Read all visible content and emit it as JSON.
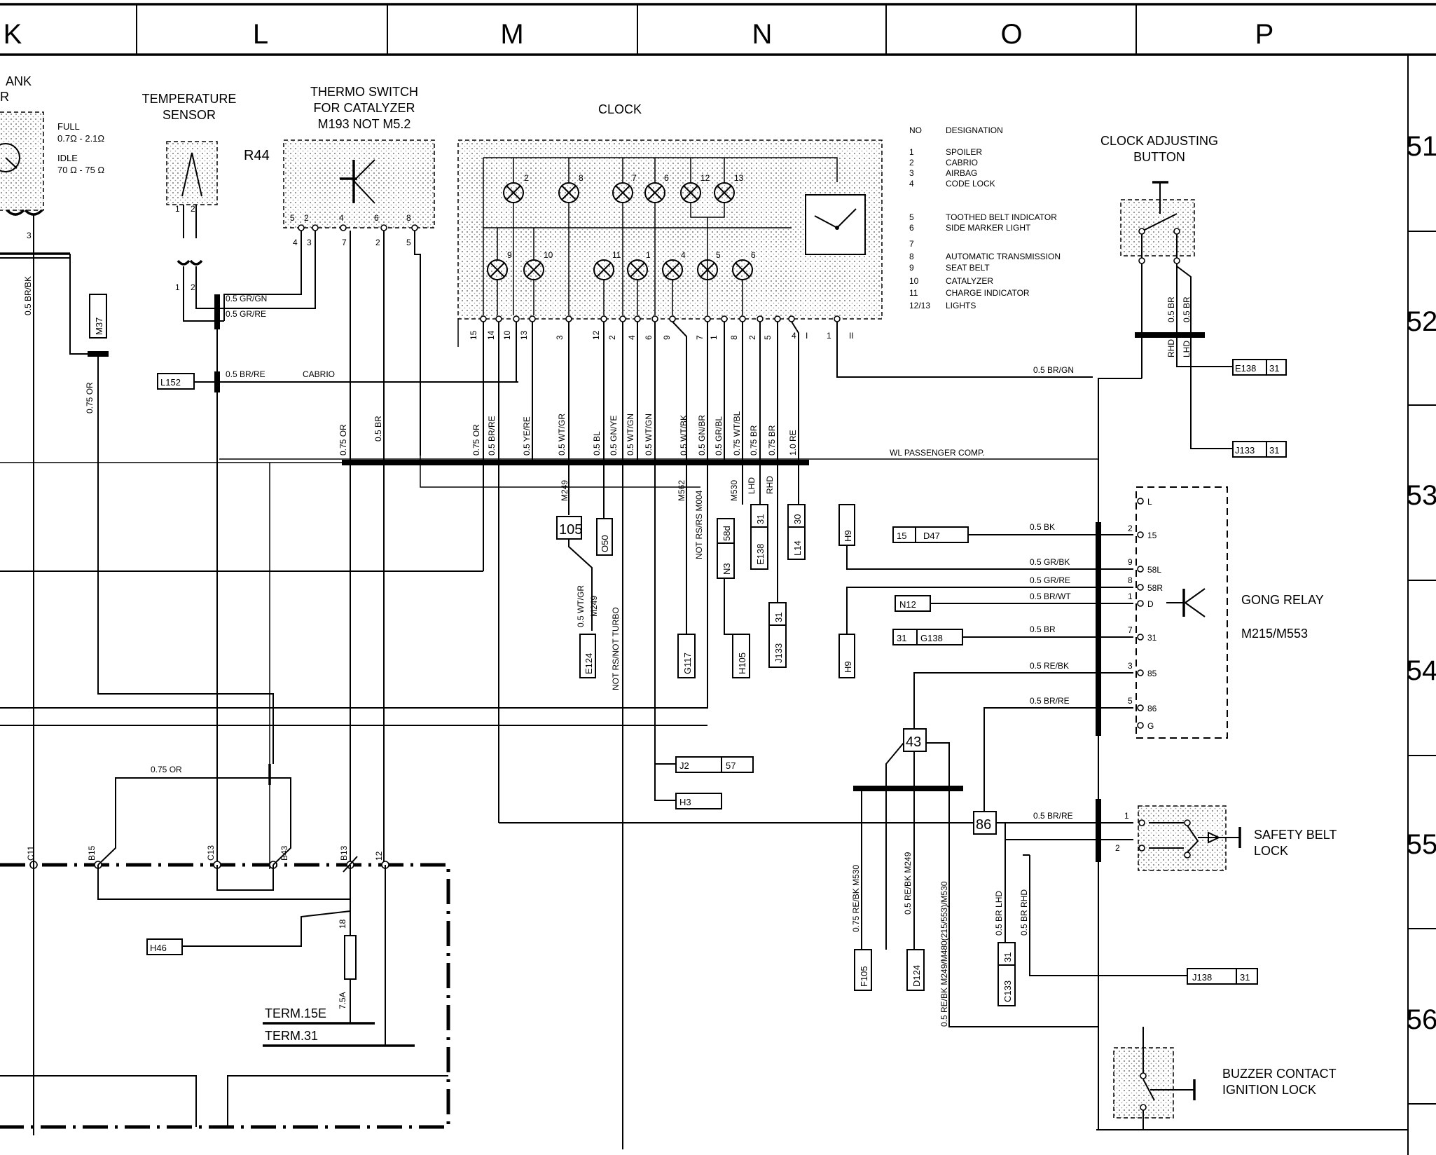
{
  "columns": [
    "K",
    "L",
    "M",
    "N",
    "O",
    "P"
  ],
  "rows": [
    "51",
    "52",
    "53",
    "54",
    "55",
    "56"
  ],
  "components": {
    "tank": {
      "title_1": "ANK",
      "title_2": "R",
      "full": "FULL",
      "full_val": "0.7Ω - 2.1Ω",
      "idle": "IDLE",
      "idle_val": "70 Ω - 75 Ω"
    },
    "temp_sensor": {
      "line1": "TEMPERATURE",
      "line2": "SENSOR"
    },
    "thermo_switch": {
      "line1": "THERMO SWITCH",
      "line2": "FOR CATALYZER",
      "line3": "M193 NOT M5.2",
      "ref": "R44"
    },
    "clock": {
      "title": "CLOCK"
    },
    "clock_adjust": {
      "line1": "CLOCK ADJUSTING",
      "line2": "BUTTON"
    },
    "gong_relay": {
      "line1": "GONG RELAY",
      "line2": "M215/M553"
    },
    "safety_belt": {
      "line1": "SAFETY BELT",
      "line2": "LOCK"
    },
    "buzzer": {
      "line1": "BUZZER CONTACT",
      "line2": "IGNITION LOCK"
    }
  },
  "legend": {
    "no_header": "NO",
    "designation_header": "DESIGNATION",
    "items": [
      {
        "no": "1",
        "text": "SPOILER"
      },
      {
        "no": "2",
        "text": "CABRIO"
      },
      {
        "no": "3",
        "text": "AIRBAG"
      },
      {
        "no": "4",
        "text": "CODE LOCK"
      },
      {
        "no": "5",
        "text": "TOOTHED BELT INDICATOR"
      },
      {
        "no": "6",
        "text": "SIDE MARKER LIGHT"
      },
      {
        "no": "7",
        "text": ""
      },
      {
        "no": "8",
        "text": "AUTOMATIC TRANSMISSION"
      },
      {
        "no": "9",
        "text": "SEAT BELT"
      },
      {
        "no": "10",
        "text": "CATALYZER"
      },
      {
        "no": "11",
        "text": "CHARGE INDICATOR"
      },
      {
        "no": "12/13",
        "text": "LIGHTS"
      }
    ]
  },
  "wires": {
    "gr_gn": "0.5 GR/GN",
    "gr_re": "0.5 GR/RE",
    "br_re": "0.5 BR/RE",
    "cabrio": "CABRIO",
    "br_gn": "0.5 BR/GN",
    "br_bk_tank": "0.5 BR/BK",
    "or_075": "0.75 OR",
    "or_075_b": "0.75 OR",
    "br_05": "0.5 BR",
    "wl_passenger": "WL PASSENGER COMP.",
    "bundle": [
      "0.75 OR",
      "0.5 BR/RE",
      "0.5 YE/RE",
      "0.5 WT/GR",
      "0.5 BL",
      "0.5 GN/YE",
      "0.5 WT/GN",
      "0.5 WT/GN",
      "0.5 WT/BK",
      "0.5 GN/BR",
      "0.5 GR/BL",
      "0.75 WT/BL",
      "0.75 BR",
      "0.75 BR",
      "1.0 RE"
    ],
    "m249": "M249",
    "m562": "M562",
    "not_rs": "NOT RS/RS M004",
    "m530": "M530",
    "lhd": "LHD",
    "rhd": "RHD",
    "wt_gr_m249": "0.5 WT/GR",
    "m249_b": "M249",
    "not_turbo": "NOT RS/NOT TURBO",
    "bk_05": "0.5 BK",
    "gr_bk": "0.5 GR/BK",
    "gr_re_b": "0.5 GR/RE",
    "br_wt": "0.5 BR/WT",
    "br_b": "0.5 BR",
    "re_bk": "0.5 RE/BK",
    "br_re_b": "0.5 BR/RE",
    "br_re_c": "0.5 BR/RE",
    "re_bk_075_m530": "0.75 RE/BK   M530",
    "re_bk_m249": "0.5 RE/BK   M249",
    "re_bk_long": "0.5 RE/BK   M249/M480(215/553)/M530",
    "br_lhd": "0.5 BR   LHD",
    "br_rhd": "0.5 BR   RHD",
    "or_075_c": "0.75 OR",
    "br_gong_rhd": "0.5 BR",
    "br_gong_lhd": "0.5 BR",
    "rhd_b": "RHD",
    "lhd_b": "LHD"
  },
  "relay_pins": [
    "L",
    "15",
    "58L",
    "58R",
    "D",
    "31",
    "85",
    "86",
    "G"
  ],
  "relay_pin_nums": [
    "2",
    "9",
    "8",
    "1",
    "7",
    "3",
    "5"
  ],
  "refs": {
    "m37": "M37",
    "l152": "L152",
    "r105": "105",
    "o50": "O50",
    "n3_a": "58d",
    "n3_b": "N3",
    "e138_a": "31",
    "e138_b": "E138",
    "l14_a": "30",
    "l14_b": "L14",
    "h9_a": "H9",
    "h9_b": "H9",
    "d47_a": "15",
    "d47_b": "D47",
    "n12": "N12",
    "g138_a": "31",
    "g138_b": "G138",
    "e124": "E124",
    "g117": "G117",
    "h105": "H105",
    "j133_a": "31",
    "j133_b": "J133",
    "j2_a": "J2",
    "j2_b": "57",
    "h3": "H3",
    "r43": "43",
    "r86": "86",
    "e138r_a": "E138",
    "e138r_b": "31",
    "j133r_a": "J133",
    "j133r_b": "31",
    "h46": "H46",
    "f105": "F105",
    "d124": "D124",
    "c133_a": "31",
    "c133_b": "C133",
    "j138_a": "J138",
    "j138_b": "31"
  },
  "conn": {
    "c11": "C11",
    "b15": "B15",
    "c13": "C13",
    "b43": "B43",
    "b13": "B13",
    "n12": "12"
  },
  "terms": {
    "t15e": "TERM.15E",
    "t31": "TERM.31",
    "fuse": "7.5A",
    "fuse_no": "18"
  },
  "clock_pins": [
    "15",
    "14",
    "10",
    "13",
    "3",
    "12",
    "2",
    "4",
    "6",
    "9",
    "7",
    "1",
    "8",
    "2",
    "5",
    "4",
    "I",
    "1",
    "II"
  ],
  "lamp_nums": [
    "2",
    "8",
    "7",
    "6",
    "12",
    "13",
    "9",
    "10",
    "11",
    "1",
    "4",
    "5",
    "6"
  ]
}
